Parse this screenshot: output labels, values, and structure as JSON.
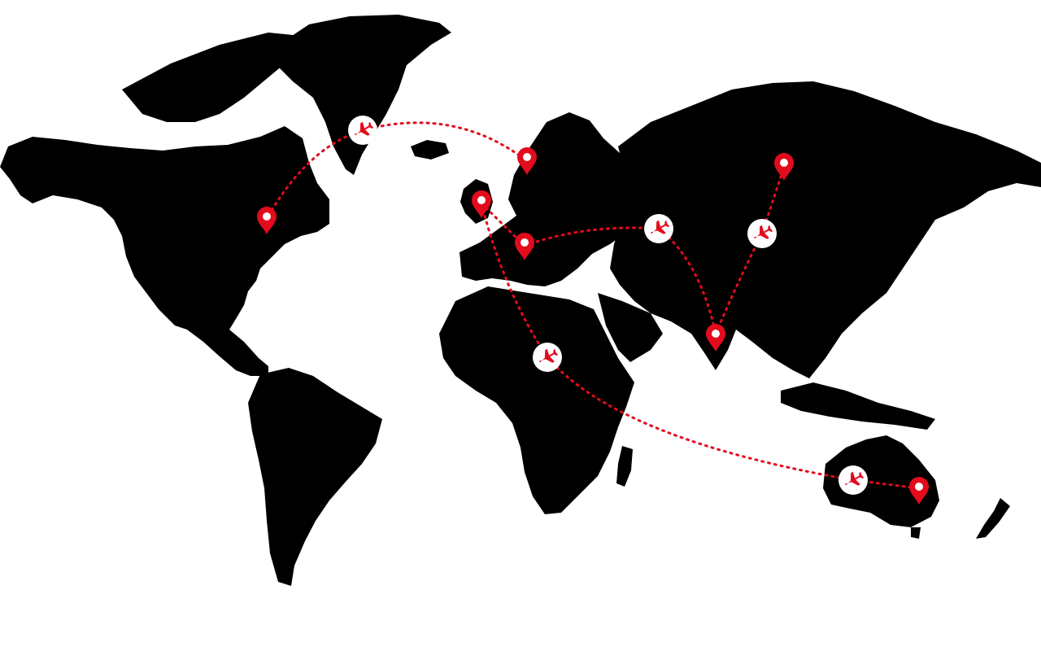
{
  "colors": {
    "land": "#000000",
    "water": "#ffffff",
    "accent": "#e30b1c",
    "badge": "#ffffff"
  },
  "icons": {
    "marker": "map-pin-icon",
    "plane": "airplane-icon"
  },
  "markers": [
    {
      "name": "north-america-east",
      "icon": "map-pin-icon"
    },
    {
      "name": "scandinavia",
      "icon": "map-pin-icon"
    },
    {
      "name": "british-isles",
      "icon": "map-pin-icon"
    },
    {
      "name": "central-europe",
      "icon": "map-pin-icon"
    },
    {
      "name": "india",
      "icon": "map-pin-icon"
    },
    {
      "name": "siberia",
      "icon": "map-pin-icon"
    },
    {
      "name": "eastern-australia",
      "icon": "map-pin-icon"
    }
  ],
  "planes": [
    {
      "name": "over-greenland",
      "icon": "airplane-icon"
    },
    {
      "name": "over-central-asia",
      "icon": "airplane-icon"
    },
    {
      "name": "over-north-asia",
      "icon": "airplane-icon"
    },
    {
      "name": "over-north-africa",
      "icon": "airplane-icon"
    },
    {
      "name": "over-western-australia",
      "icon": "airplane-icon"
    }
  ]
}
